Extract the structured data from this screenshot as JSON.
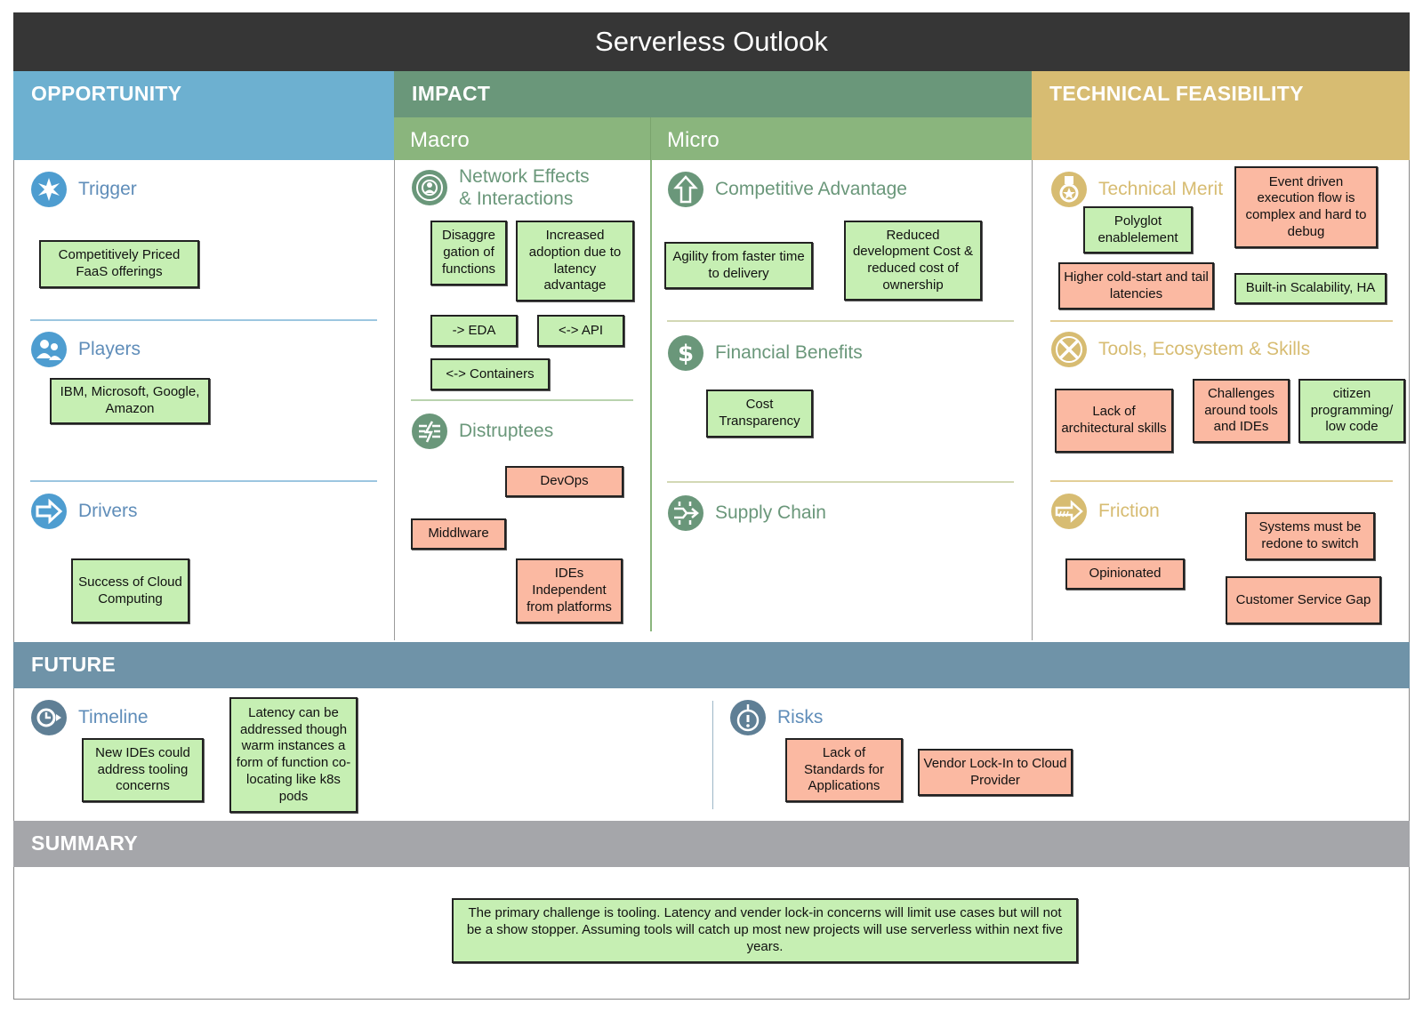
{
  "title": "Serverless Outlook",
  "colors": {
    "opportunity": "#6db0d0",
    "impact": "#6a977a",
    "impact_sub": "#8ab57d",
    "feasibility": "#d7bc72",
    "future": "#6f93a8",
    "summary": "#a5a6aa",
    "note_green": "#c6efb3",
    "note_red": "#fbb9a2"
  },
  "headers": {
    "opportunity": "OPPORTUNITY",
    "impact": "IMPACT",
    "macro": "Macro",
    "micro": "Micro",
    "feasibility": "TECHNICAL FEASIBILITY",
    "future": "FUTURE",
    "summary": "SUMMARY"
  },
  "opportunity": {
    "trigger": {
      "label": "Trigger",
      "icon": "star-burst-icon",
      "notes": [
        "Competitively Priced FaaS offerings"
      ]
    },
    "players": {
      "label": "Players",
      "icon": "people-icon",
      "notes": [
        "IBM, Microsoft, Google, Amazon"
      ]
    },
    "drivers": {
      "label": "Drivers",
      "icon": "arrow-right-icon",
      "notes": [
        "Success of Cloud Computing"
      ]
    }
  },
  "macro": {
    "network": {
      "label_line1": "Network Effects",
      "label_line2": "& Interactions",
      "icon": "network-icon",
      "notes": [
        "Disaggre gation of functions",
        "Increased adoption due to latency advantage",
        "-> EDA",
        "<-> API",
        "<-> Containers"
      ]
    },
    "disruptees": {
      "label": "Distruptees",
      "icon": "disrupt-icon",
      "notes": [
        "DevOps",
        "Middlware",
        "IDEs Independent from platforms"
      ]
    }
  },
  "micro": {
    "competitive": {
      "label": "Competitive Advantage",
      "icon": "up-arrow-icon",
      "notes": [
        "Agility from faster time to delivery",
        "Reduced development Cost & reduced cost of ownership"
      ]
    },
    "financial": {
      "label": "Financial Benefits",
      "icon": "dollar-icon",
      "notes": [
        "Cost Transparency"
      ]
    },
    "supply": {
      "label": "Supply Chain",
      "icon": "supply-chain-icon",
      "notes": []
    }
  },
  "feasibility": {
    "merit": {
      "label": "Technical Merit",
      "icon": "medal-icon",
      "notes": [
        "Polyglot enablelement",
        "Event driven execution flow is complex and hard to debug",
        "Higher cold-start and tail latencies",
        "Built-in Scalability, HA"
      ]
    },
    "tools": {
      "label": "Tools, Ecosystem & Skills",
      "icon": "tools-icon",
      "notes": [
        "Lack of architectural skills",
        "Challenges around tools and IDEs",
        "citizen programming/ low code"
      ]
    },
    "friction": {
      "label": "Friction",
      "icon": "friction-icon",
      "notes": [
        "Systems must be redone to switch",
        "Opinionated",
        "Customer Service Gap"
      ]
    }
  },
  "future": {
    "timeline": {
      "label": "Timeline",
      "icon": "clock-icon",
      "notes": [
        "New IDEs could address tooling concerns",
        "Latency can be addressed though warm instances a form of function co-locating like k8s pods"
      ]
    },
    "risks": {
      "label": "Risks",
      "icon": "warning-icon",
      "notes": [
        "Lack of Standards for Applications",
        "Vendor Lock-In to Cloud Provider"
      ]
    }
  },
  "summary": {
    "text": "The primary challenge is tooling. Latency and vender lock-in concerns will limit use cases but will not be a show stopper. Assuming tools will catch up most new projects will use serverless within next five years."
  }
}
